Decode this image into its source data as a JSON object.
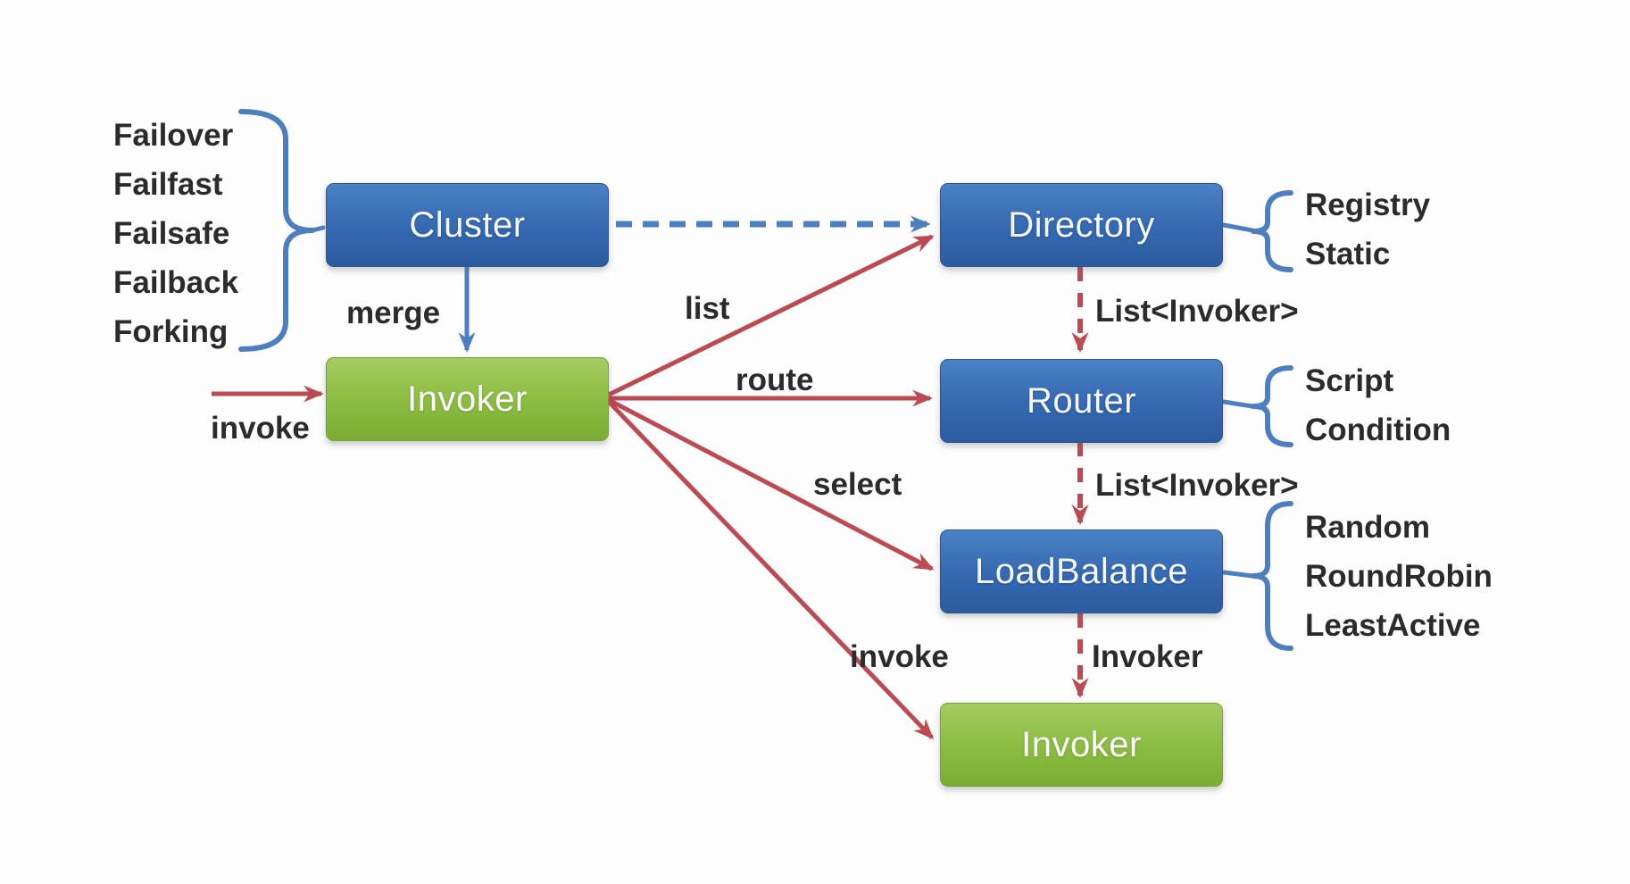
{
  "boxes": {
    "cluster": "Cluster",
    "invoker": "Invoker",
    "directory": "Directory",
    "router": "Router",
    "loadbalance": "LoadBalance",
    "result_invoker": "Invoker"
  },
  "cluster_strategies": [
    "Failover",
    "Failfast",
    "Failsafe",
    "Failback",
    "Forking"
  ],
  "directory_types": [
    "Registry",
    "Static"
  ],
  "router_types": [
    "Script",
    "Condition"
  ],
  "loadbalance_types": [
    "Random",
    "RoundRobin",
    "LeastActive"
  ],
  "edge_labels": {
    "invoke_in": "invoke",
    "merge": "merge",
    "list": "list",
    "route": "route",
    "select": "select",
    "invoke_out": "invoke",
    "directory_out": "List<Invoker>",
    "router_out": "List<Invoker>",
    "loadbalance_out": "Invoker"
  },
  "colors": {
    "box_blue": "#3468b0",
    "box_green": "#8abc41",
    "arrow_red": "#bb4a52",
    "arrow_blue": "#4d7fc0",
    "label_text": "#2b2b2b",
    "box_text": "#ffffff",
    "background": "#fdfdfd"
  }
}
